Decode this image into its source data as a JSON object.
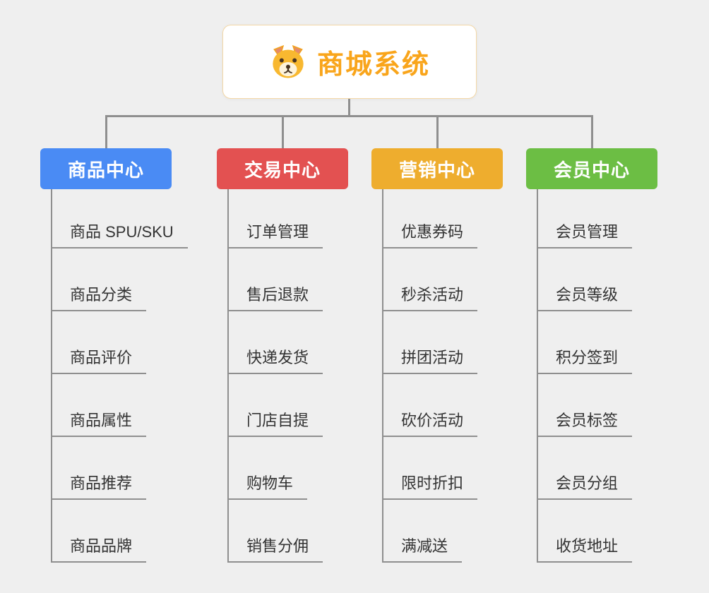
{
  "root": {
    "title": "商城系统",
    "title_color": "#f9a51b",
    "icon": "dog-icon"
  },
  "colors": {
    "background": "#efefef",
    "connector": "#8f8f8f",
    "leaf_text": "#333333"
  },
  "branches": [
    {
      "label": "商品中心",
      "color": "#4a8bf4",
      "items": [
        "商品 SPU/SKU",
        "商品分类",
        "商品评价",
        "商品属性",
        "商品推荐",
        "商品品牌"
      ]
    },
    {
      "label": "交易中心",
      "color": "#e35151",
      "items": [
        "订单管理",
        "售后退款",
        "快递发货",
        "门店自提",
        "购物车",
        "销售分佣"
      ]
    },
    {
      "label": "营销中心",
      "color": "#eead2e",
      "items": [
        "优惠券码",
        "秒杀活动",
        "拼团活动",
        "砍价活动",
        "限时折扣",
        "满减送"
      ]
    },
    {
      "label": "会员中心",
      "color": "#6cbe44",
      "items": [
        "会员管理",
        "会员等级",
        "积分签到",
        "会员标签",
        "会员分组",
        "收货地址"
      ]
    }
  ]
}
